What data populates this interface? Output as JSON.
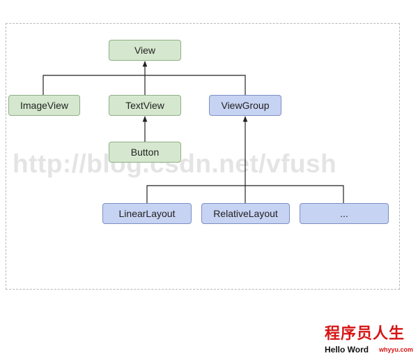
{
  "watermark": "http://blog.csdn.net/vfush",
  "nodes": {
    "view": "View",
    "image_view": "ImageView",
    "text_view": "TextView",
    "view_group": "ViewGroup",
    "button": "Button",
    "linear_layout": "LinearLayout",
    "relative_layout": "RelativeLayout",
    "more": "..."
  },
  "logo": {
    "title": "程序员人生",
    "subtitle": "Hello Word",
    "site": "whyyu.com"
  },
  "colors": {
    "view_fill": "#d5e8cf",
    "viewgroup_fill": "#c7d3f2",
    "line": "#222222",
    "logo_red": "#d61414"
  }
}
